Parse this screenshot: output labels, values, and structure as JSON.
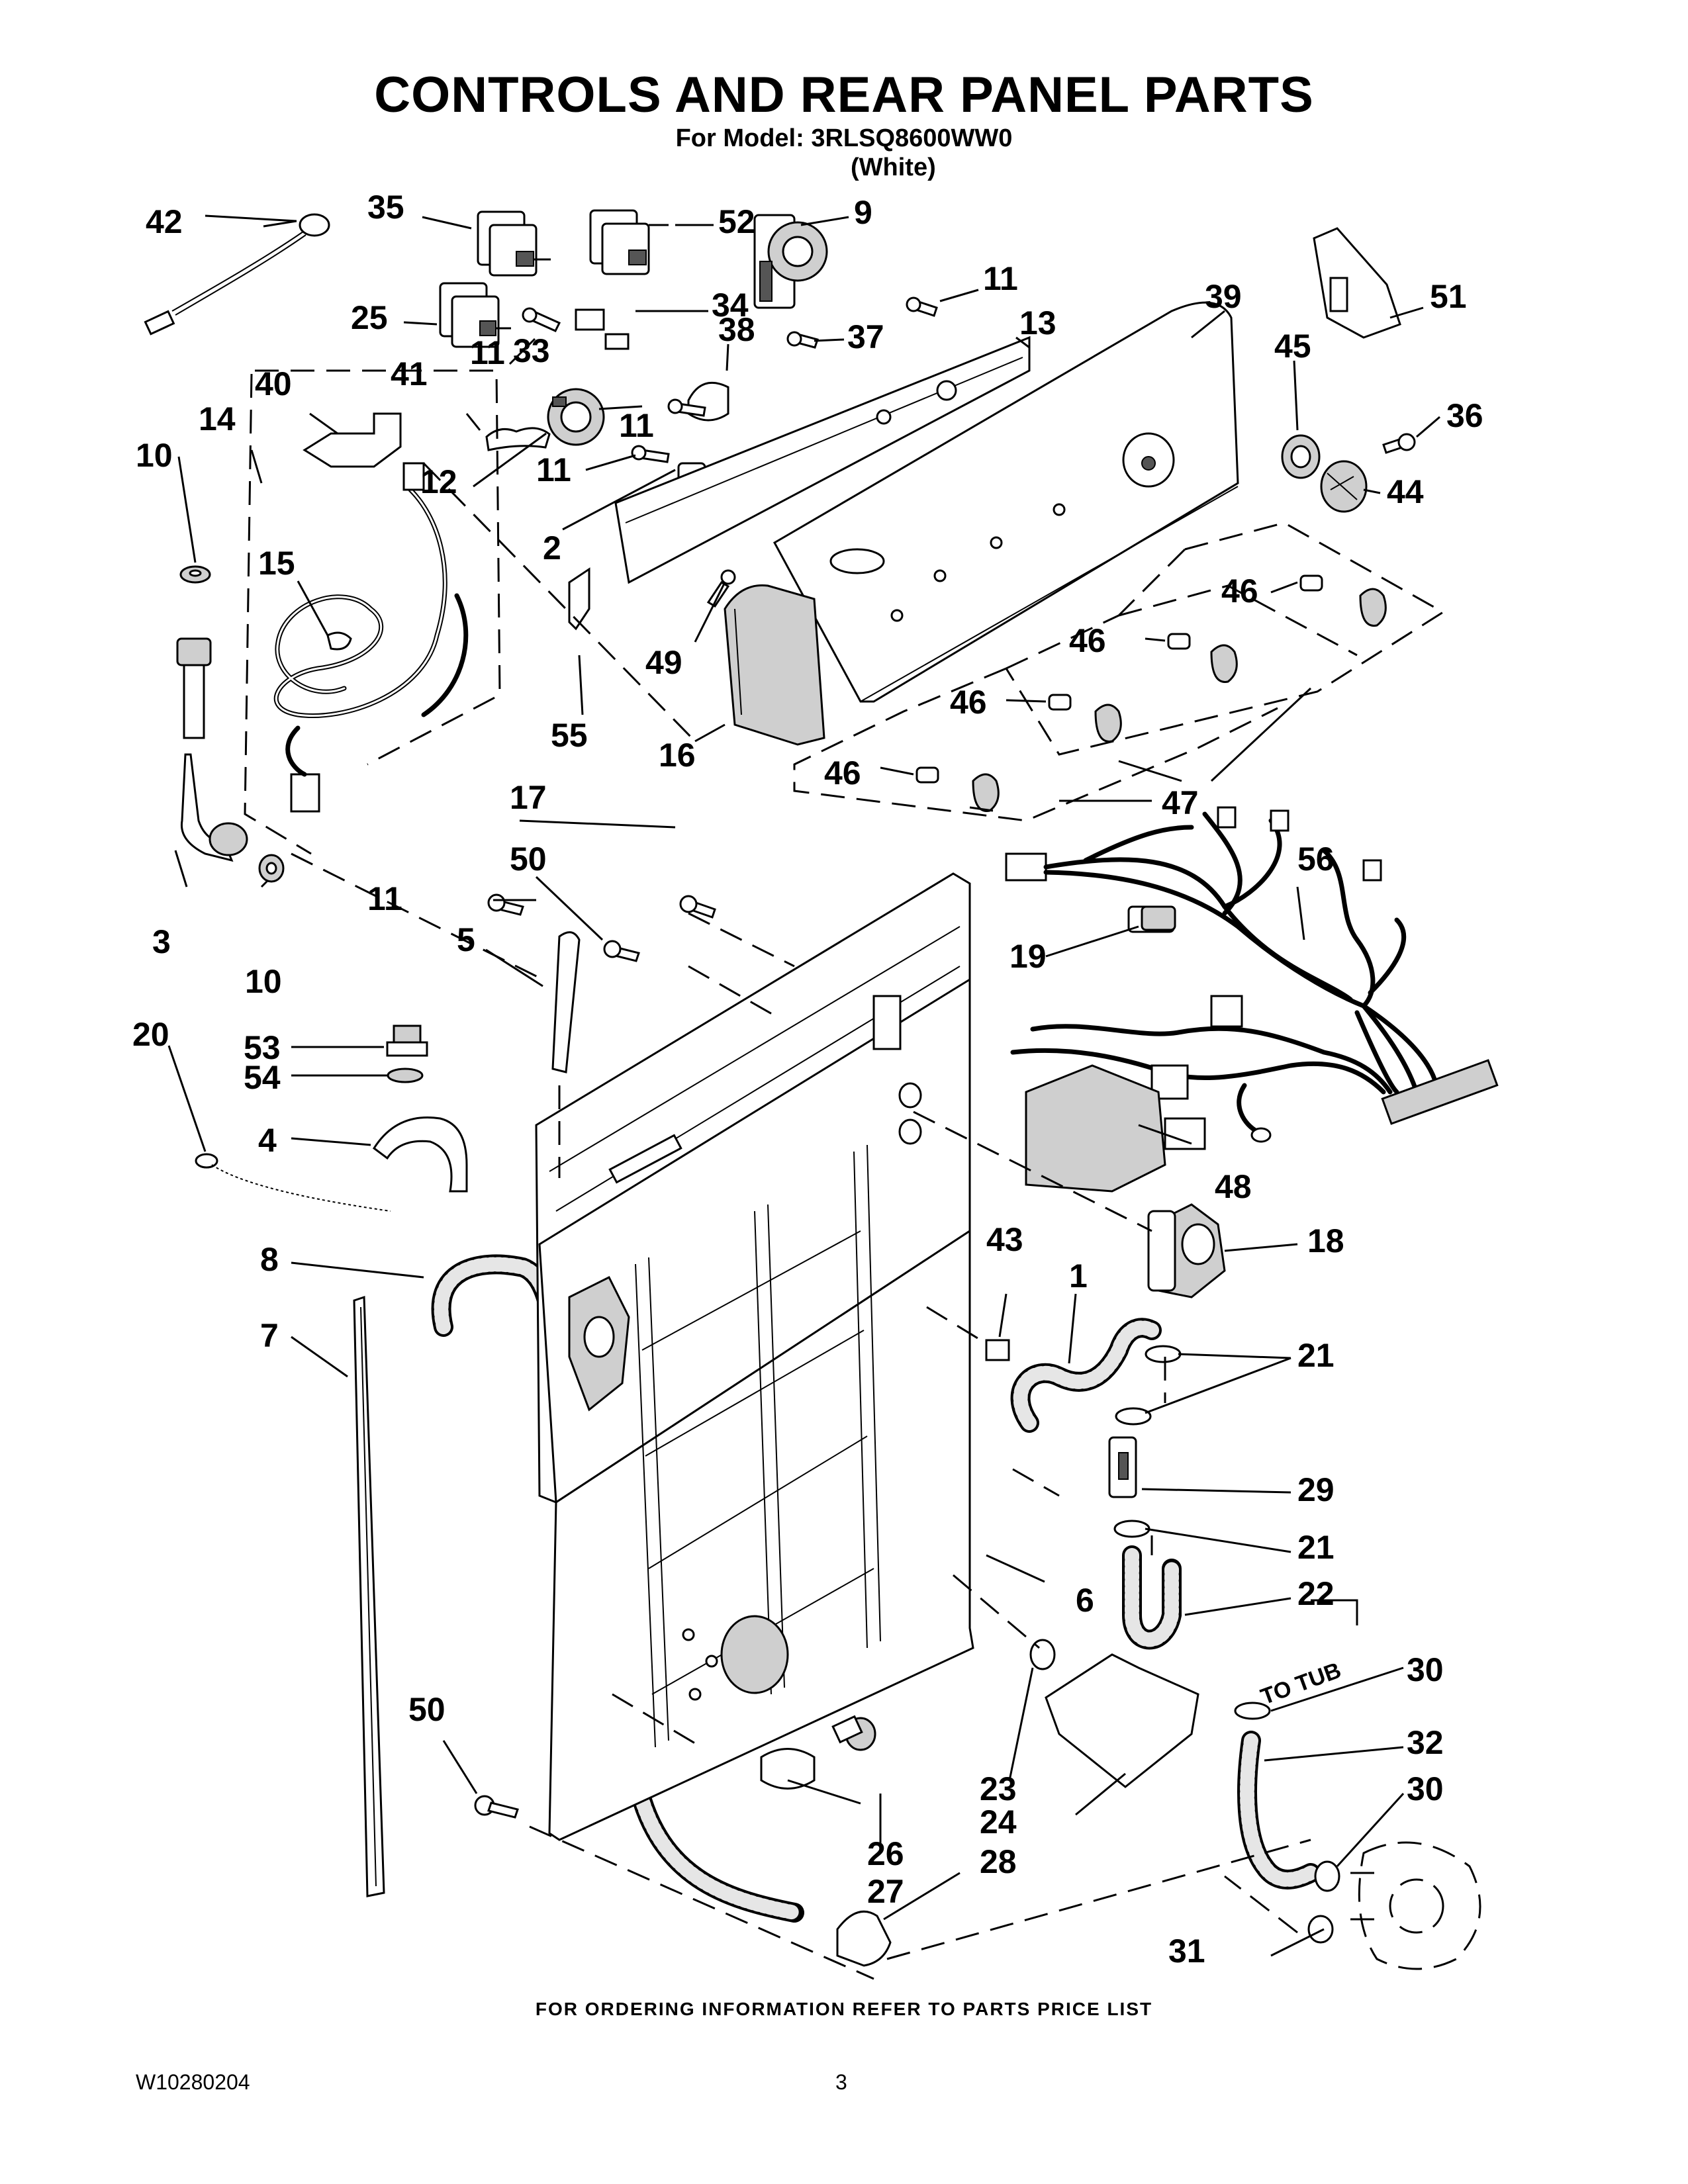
{
  "header": {
    "title": "CONTROLS AND REAR PANEL PARTS",
    "model_line": "For Model: 3RLSQ8600WW0",
    "color_line": "(White)"
  },
  "footer": {
    "ordering_note": "FOR ORDERING INFORMATION REFER TO PARTS PRICE LIST",
    "document_number": "W10280204",
    "page_number": "3"
  },
  "callouts": {
    "c42": "42",
    "c35": "35",
    "c52": "52",
    "c9": "9",
    "c25": "25",
    "c34": "34",
    "c38": "38",
    "c11a": "11",
    "c13": "13",
    "c39": "39",
    "c51": "51",
    "c45": "45",
    "c37": "37",
    "c11b": "11",
    "c33": "33",
    "c41": "41",
    "c40": "40",
    "c14": "14",
    "c11c": "11",
    "c36": "36",
    "c10a": "10",
    "c12": "12",
    "c11d": "11",
    "c44": "44",
    "c2": "2",
    "c15": "15",
    "c46a": "46",
    "c46b": "46",
    "c49": "49",
    "c55": "55",
    "c46c": "46",
    "c16": "16",
    "c46d": "46",
    "c47": "47",
    "c17": "17",
    "c56": "56",
    "c50a": "50",
    "c11e": "11",
    "c3": "3",
    "c5": "5",
    "c19": "19",
    "c10b": "10",
    "c20": "20",
    "c53": "53",
    "c54": "54",
    "c4": "4",
    "c48": "48",
    "c18": "18",
    "c8": "8",
    "c43": "43",
    "c1": "1",
    "c7": "7",
    "c21a": "21",
    "c29": "29",
    "c21b": "21",
    "c6": "6",
    "c22": "22",
    "c30a": "30",
    "c50b": "50",
    "c23": "23",
    "c32": "32",
    "c24": "24",
    "c26": "26",
    "c30b": "30",
    "c28": "28",
    "c27": "27",
    "c31": "31"
  },
  "annotations": {
    "to_tub": "TO TUB"
  }
}
